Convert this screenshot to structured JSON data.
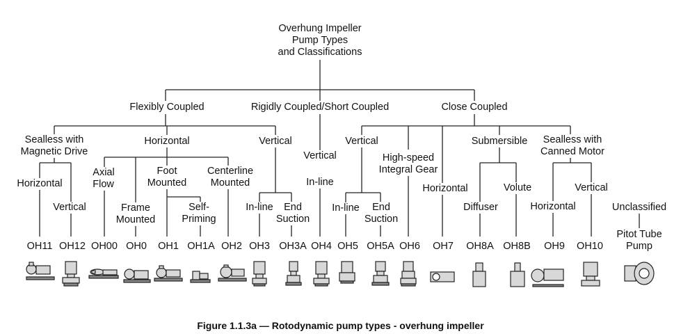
{
  "root": {
    "line1": "Overhung Impeller",
    "line2": "Pump Types",
    "line3": "and Classifications"
  },
  "groups": {
    "flexibly_coupled": "Flexibly Coupled",
    "rigidly_coupled": "Rigidly Coupled/Short Coupled",
    "close_coupled": "Close Coupled"
  },
  "subgroups": {
    "sealless_magnetic": {
      "line1": "Sealless with",
      "line2": "Magnetic Drive"
    },
    "horizontal": "Horizontal",
    "vertical_flex": "Vertical",
    "vertical_inline_rigid": {
      "line1": "Vertical",
      "line2": "In-line"
    },
    "vertical_close": "Vertical",
    "high_speed": {
      "line1": "High-speed",
      "line2": "Integral Gear"
    },
    "submersible": "Submersible",
    "sealless_canned": {
      "line1": "Sealless with",
      "line2": "Canned Motor"
    }
  },
  "leaves": {
    "mag_horizontal": "Horizontal",
    "mag_vertical": "Vertical",
    "axial_flow": {
      "line1": "Axial",
      "line2": "Flow"
    },
    "frame_mounted": {
      "line1": "Frame",
      "line2": "Mounted"
    },
    "foot_mounted": {
      "line1": "Foot",
      "line2": "Mounted"
    },
    "self_priming": {
      "line1": "Self-",
      "line2": "Priming"
    },
    "centerline_mounted": {
      "line1": "Centerline",
      "line2": "Mounted"
    },
    "vflex_inline": "In-line",
    "vflex_end_suction": {
      "line1": "End",
      "line2": "Suction"
    },
    "vclose_inline": "In-line",
    "vclose_end_suction": {
      "line1": "End",
      "line2": "Suction"
    },
    "close_horizontal": "Horizontal",
    "diffuser": "Diffuser",
    "volute": "Volute",
    "canned_horizontal": "Horizontal",
    "canned_vertical": "Vertical",
    "unclassified": "Unclassified",
    "pitot_tube": {
      "line1": "Pitot Tube",
      "line2": "Pump"
    }
  },
  "codes": [
    "OH11",
    "OH12",
    "OH00",
    "OH0",
    "OH1",
    "OH1A",
    "OH2",
    "OH3",
    "OH3A",
    "OH4",
    "OH5",
    "OH5A",
    "OH6",
    "OH7",
    "OH8A",
    "OH8B",
    "OH9",
    "OH10"
  ],
  "caption": "Figure 1.1.3a — Rotodynamic pump types - overhung impeller"
}
